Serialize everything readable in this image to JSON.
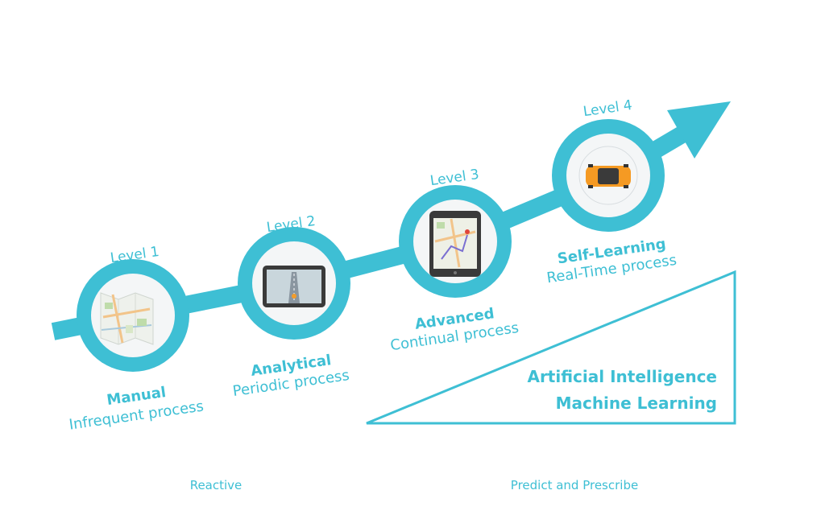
{
  "colors": {
    "accent": "#3ebfd4",
    "ring": "#3ebfd4",
    "disc": "#ffffff"
  },
  "levels": [
    {
      "level_label": "Level 1",
      "name": "Manual",
      "process": "Infrequent process",
      "icon": "paper-map-icon"
    },
    {
      "level_label": "Level 2",
      "name": "Analytical",
      "process": "Periodic process",
      "icon": "gps-navigator-icon"
    },
    {
      "level_label": "Level 3",
      "name": "Advanced",
      "process": "Continual process",
      "icon": "tablet-map-icon"
    },
    {
      "level_label": "Level 4",
      "name": "Self-Learning",
      "process": "Real-Time process",
      "icon": "self-driving-car-icon"
    }
  ],
  "ai_panel": {
    "line1": "Artificial Intelligence",
    "line2": "Machine Learning"
  },
  "footer": {
    "left": "Reactive",
    "right": "Predict and Prescribe"
  }
}
